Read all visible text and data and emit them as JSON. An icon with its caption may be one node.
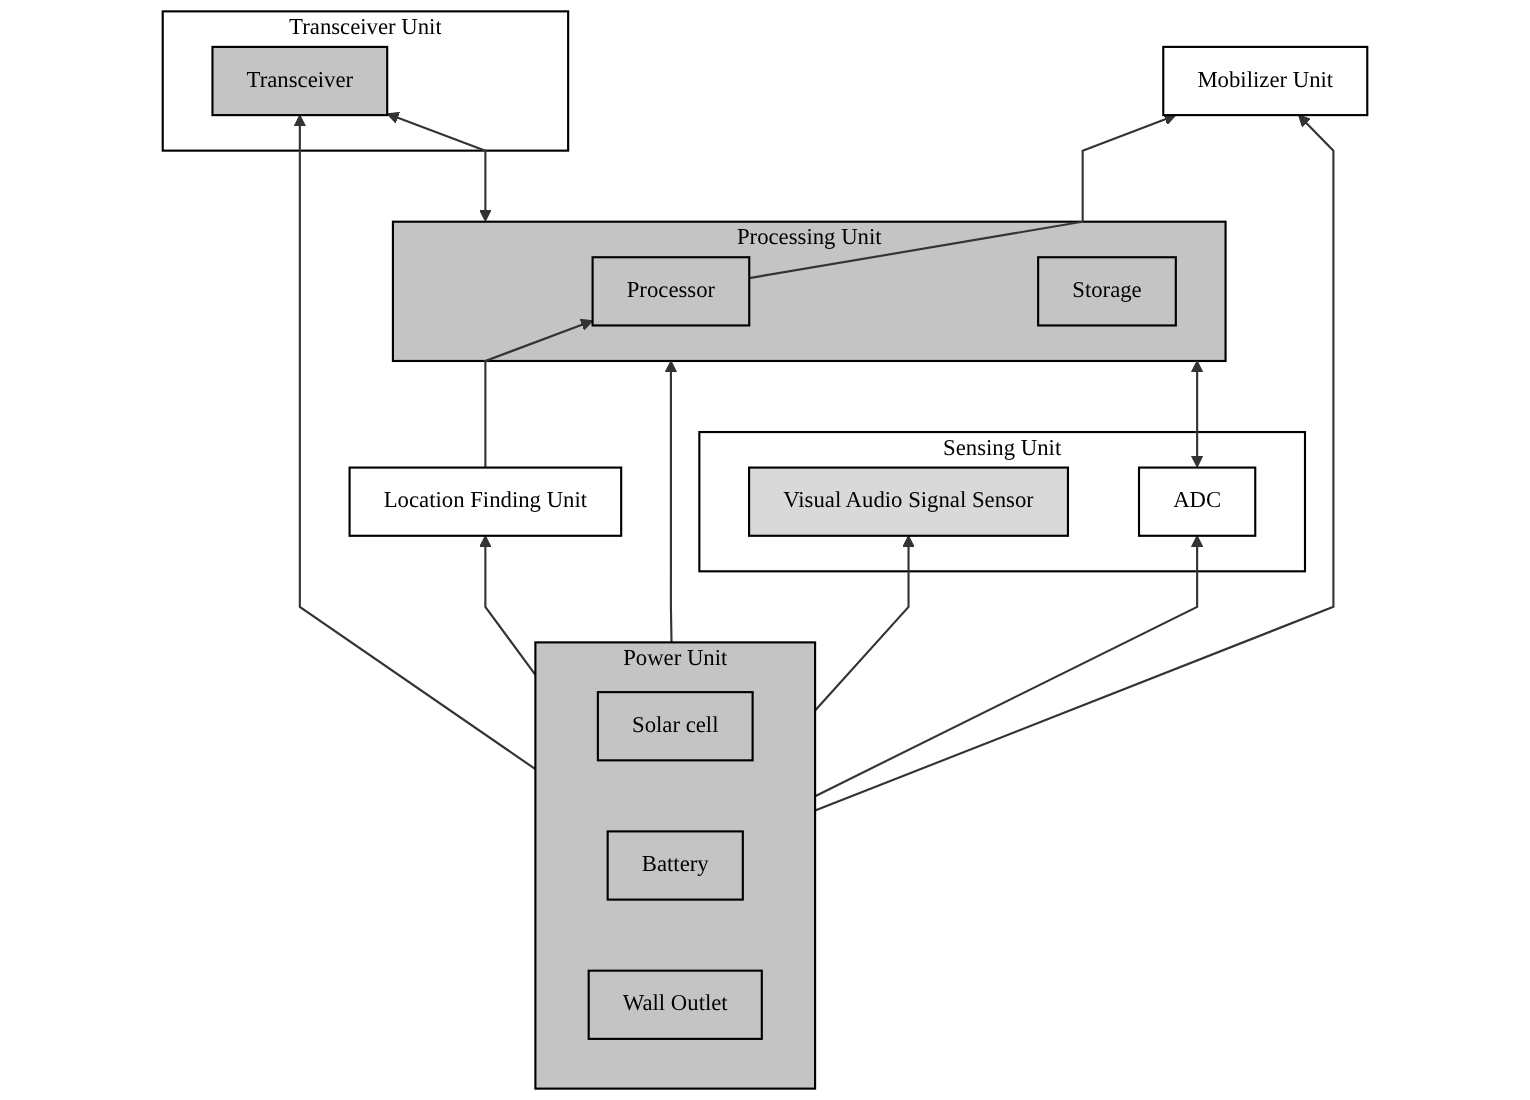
{
  "diagram": {
    "nodes": [
      {
        "text": [
          "Location Finding Unit"
        ]
      },
      {
        "text": [
          "Mobilizer Unit"
        ]
      },
      {
        "text": [
          "Sensing Unit"
        ]
      },
      {
        "text": [
          "Visual Audio Signal Sensor"
        ],
        "in": 2
      },
      {
        "text": [
          "ADC"
        ],
        "in": 2
      },
      {
        "text": [
          "Processing Unit"
        ]
      },
      {
        "text": [
          "Processor"
        ],
        "in": 5
      },
      {
        "text": [
          "Storage"
        ],
        "in": 5
      },
      {
        "text": [
          "Transceiver Unit"
        ]
      },
      {
        "text": [
          "Transceiver"
        ],
        "in": 8
      },
      {
        "text": [
          "Power Unit"
        ]
      },
      {
        "text": [
          "Solar cell"
        ],
        "in": 10
      },
      {
        "text": [
          "Battery"
        ],
        "in": 10
      },
      {
        "text": [
          "Wall Outlet"
        ],
        "in": 10
      }
    ],
    "edges": [
      {
        "from": 10,
        "to": 0,
        "arrow": "to"
      },
      {
        "from": 10,
        "to": 3,
        "arrow": "to"
      },
      {
        "from": 10,
        "to": 4,
        "arrow": "to"
      },
      {
        "from": 10,
        "to": 5,
        "arrow": "to"
      },
      {
        "from": 10,
        "to": 9,
        "arrow": "to"
      },
      {
        "from": 10,
        "to": 1,
        "arrow": "to"
      },
      {
        "from": 0,
        "to": 6,
        "arrow": "to"
      },
      {
        "from": 6,
        "to": 1,
        "arrow": "to"
      },
      {
        "from": 4,
        "to": 5,
        "arrow": "both"
      },
      {
        "from": 5,
        "to": 9,
        "arrow": "both"
      }
    ]
  }
}
